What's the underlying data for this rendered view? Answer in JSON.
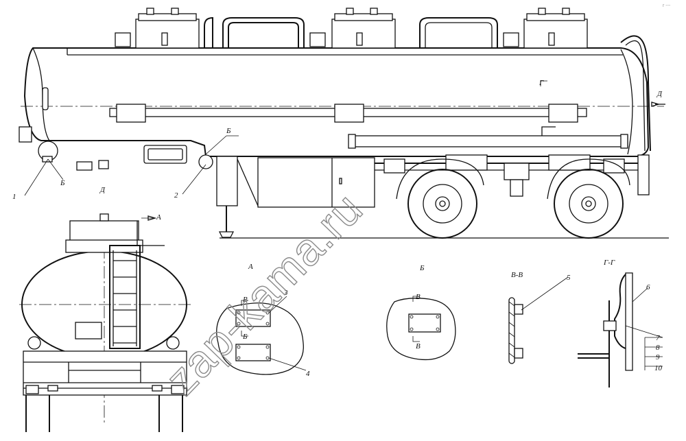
{
  "watermark": "zap-kama.ru",
  "corner_mark": "r ---",
  "labels": {
    "view_d": "Д",
    "view_a": "А",
    "detail_a": "А",
    "detail_b": "Б",
    "section_vv": "В-В",
    "section_gg": "Г-Г",
    "b_mark": "Б",
    "v_mark": "В",
    "g_mark": "Г",
    "d_mark": "Д"
  },
  "callouts": [
    "1",
    "2",
    "3",
    "4",
    "5",
    "6",
    "7",
    "8",
    "9",
    "10"
  ]
}
